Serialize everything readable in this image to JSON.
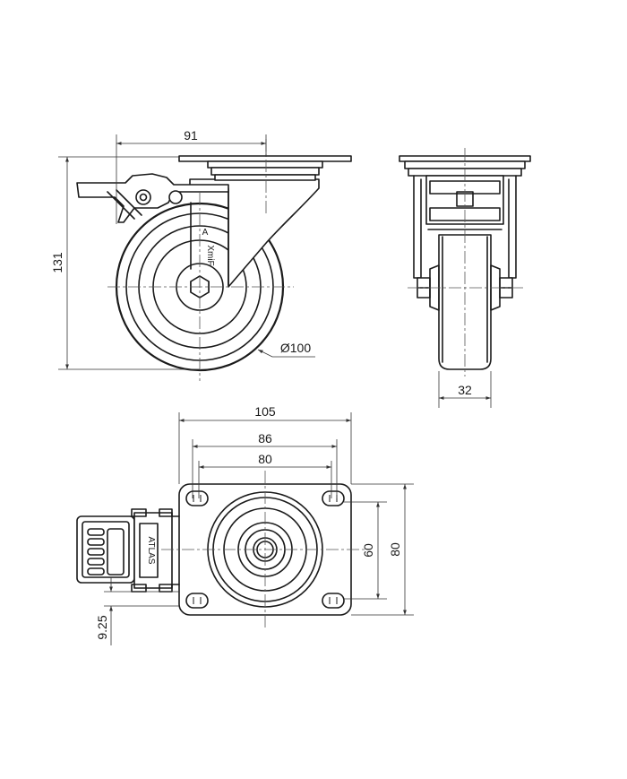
{
  "dimensions": {
    "side_offset": "91",
    "height": "131",
    "wheel_diameter": "Ø100",
    "wheel_width": "32",
    "plate_width": "105",
    "hole_spacing_outer": "86",
    "hole_spacing_inner": "80",
    "plate_depth_inner": "60",
    "plate_depth": "80",
    "brake_offset": "9.25"
  },
  "markings": {
    "fork_letter": "A",
    "fork_logo": "XmiF",
    "brake_logo": "ATLAS"
  }
}
